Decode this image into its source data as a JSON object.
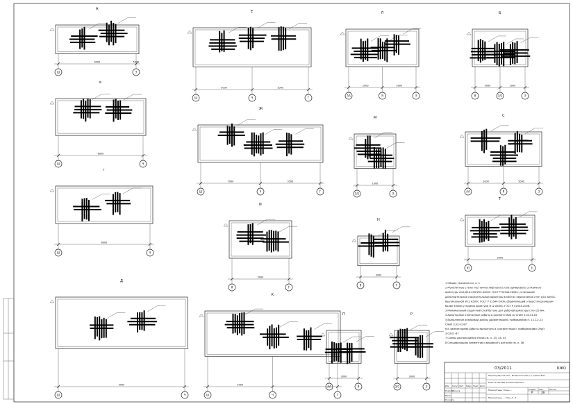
{
  "sheet": {
    "code": "03/2011",
    "stamp_right": "КЖО",
    "title_lines": [
      "Ленинградская обл., Всеволожский р-н, земли ЗАО",
      "Многоэтажный жилой комплекс",
      "Монолитные стены ...",
      "Монолитные ... Узлы А - Т"
    ],
    "stage_header": "Стадия",
    "sheet_header": "Лист",
    "sheets_header": "Листов",
    "stage": "Р",
    "sheet_no": "39"
  },
  "details": [
    {
      "id": "A",
      "label": "А",
      "axes": [
        "Ш",
        "Э"
      ],
      "dims": [
        "6000",
        "5000"
      ]
    },
    {
      "id": "B",
      "label": "Е",
      "axes": [
        "Ш",
        "Ч",
        "Г"
      ],
      "dims": [
        "5000",
        "1000"
      ]
    },
    {
      "id": "C",
      "label": "Л",
      "axes": [
        "АА",
        "Я",
        "Э"
      ],
      "dims": [
        "1000",
        "5000"
      ]
    },
    {
      "id": "D",
      "label": "Б",
      "axes": [
        "Я",
        "Э/1",
        "Э"
      ],
      "dims": [
        "5000",
        "1000"
      ]
    },
    {
      "id": "E",
      "label": "в",
      "axes": [
        "Ш",
        "Ч"
      ],
      "dims": [
        "6000"
      ]
    },
    {
      "id": "F",
      "label": "Ж",
      "axes": [
        "Ш",
        "Ч",
        "Г"
      ],
      "dims": [
        "7000",
        "5500"
      ]
    },
    {
      "id": "G",
      "label": "М",
      "axes": [
        "Э/1",
        "Э"
      ],
      "dims": [
        "1000"
      ]
    },
    {
      "id": "H",
      "label": "С",
      "axes": [
        "АА",
        "Я",
        "Э"
      ],
      "dims": [
        "1000",
        "5000"
      ]
    },
    {
      "id": "I",
      "label": "г",
      "axes": [
        "Ш",
        "Ч"
      ],
      "dims": [
        "6000"
      ]
    },
    {
      "id": "J",
      "label": "И",
      "axes": [
        "Я",
        "Г"
      ],
      "dims": [
        "5000"
      ]
    },
    {
      "id": "K",
      "label": "Н",
      "axes": [
        "Я",
        "Г"
      ],
      "dims": [
        "3000"
      ]
    },
    {
      "id": "L",
      "label": "Т",
      "axes": [
        "Ю",
        "Ъ"
      ],
      "dims": [
        "2000"
      ]
    },
    {
      "id": "M",
      "label": "Д",
      "axes": [
        "Ш",
        "Ч"
      ],
      "dims": [
        "5000"
      ]
    },
    {
      "id": "N",
      "label": "К",
      "axes": [
        "Ш",
        "Ч",
        "Г"
      ],
      "dims": [
        "5000"
      ]
    },
    {
      "id": "O",
      "label": "П",
      "axes": [
        "АА",
        "Я"
      ],
      "dims": [
        "3000"
      ]
    },
    {
      "id": "P",
      "label": "Р",
      "axes": [
        "Э/1",
        "Э"
      ],
      "dims": [
        "3000"
      ]
    }
  ],
  "notes": [
    "1 Общие указания см. л. 1",
    "2 Монолитные стены лестнично-лифтового узла армировать сетками из",
    "арматуры #12/#16-200/200 А500С ГОСТ Р 52544-2006 с установкой",
    "дополнительной горизонтальной арматуры в местах пересечения стен #10 А500С.",
    "Вертикальной #12 А500С ГОСТ Р 52544-2006, обрамляющий отверстия размером",
    "более 300мм у проема арматура #12 А500С ГОСТ Р 52544-2006.",
    "3 Минимальный защитный слой бетона для рабочей арматуры стен 25 мм.",
    "4 Арматурные и бетонные работы в соответствии со СНиП 3.03.01-87",
    "5 Выполнение анкеровки длины удовлетворять требованиям п. 2.11-2.13",
    "СНиП 3.03.01-87",
    "6 В зимнее время работы выполнять в соответствии с требованиями СНиП",
    "3.03.01-87",
    "7 Схемы расположения Узлов см. л. 33, 34, 35",
    "8 Спецификацию элементов и ведомость деталей см. л. 36"
  ],
  "revision_table": {
    "headers": [
      "Изм.",
      "Кол.уч",
      "Лист",
      "№док",
      "Подп.",
      "Дата"
    ],
    "rows": [
      [
        "Разраб.",
        "Иванов"
      ],
      [
        "Пров.",
        ""
      ],
      [
        "Н.контр.",
        ""
      ]
    ]
  }
}
